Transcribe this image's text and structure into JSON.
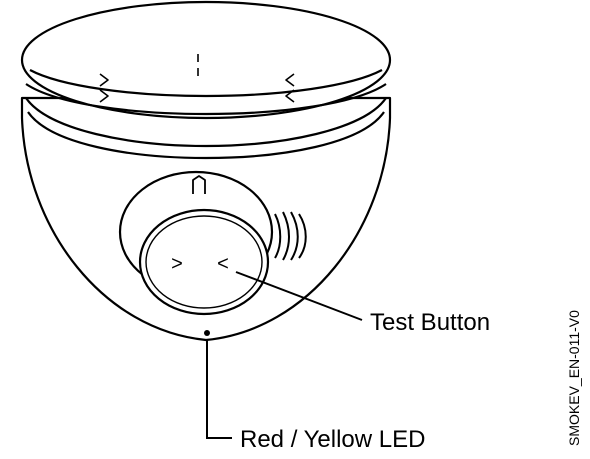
{
  "labels": {
    "test_button": "Test Button",
    "led": "Red / Yellow LED",
    "doc_code": "SMOKEV_EN-011-V0"
  },
  "button_marks": {
    "left": ">",
    "right": "<"
  },
  "colors": {
    "stroke": "#000000",
    "background": "#ffffff"
  }
}
